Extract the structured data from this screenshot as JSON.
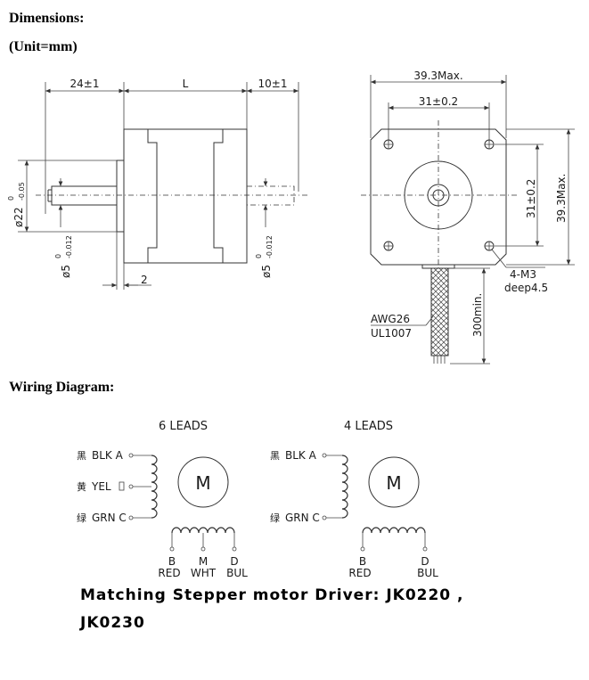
{
  "headings": {
    "dimensions": "Dimensions:",
    "unit": "(Unit=mm)",
    "wiring": "Wiring Diagram:"
  },
  "side_view": {
    "dim_left": "24±1",
    "dim_body": "L",
    "dim_right": "10±1",
    "dim_flange": "2",
    "dia_22": "ø22",
    "dia_22_tol": "0",
    "dia_22_tol2": "-0.05",
    "dia_5_left": "ø5",
    "dia_5_left_tol": "0",
    "dia_5_left_tol2": "-0.012",
    "dia_5_right": "ø5",
    "dia_5_right_tol": "0",
    "dia_5_right_tol2": "-0.012"
  },
  "front_view": {
    "width_max": "39.3Max.",
    "hole_pitch_h": "31±0.2",
    "hole_pitch_v": "31±0.2",
    "height_max": "39.3Max.",
    "screw": "4-M3",
    "depth": "deep4.5",
    "wire_gauge": "AWG26",
    "wire_std": "UL1007",
    "lead_length": "300min."
  },
  "wiring": {
    "six_leads": {
      "title": "6  LEADS",
      "motor_label": "M",
      "a_cn": "黑",
      "a_label": "BLK A",
      "c_cn": "黄",
      "c_label": "YEL",
      "e_cn": "绿",
      "e_label": "GRN C",
      "b_top": "B",
      "b_bottom": "RED",
      "m_top": "M",
      "m_bottom": "WHT",
      "d_top": "D",
      "d_bottom": "BUL"
    },
    "four_leads": {
      "title": "4  LEADS",
      "motor_label": "M",
      "a_cn": "黑",
      "a_label": "BLK A",
      "e_cn": "绿",
      "e_label": "GRN C",
      "b_top": "B",
      "b_bottom": "RED",
      "d_top": "D",
      "d_bottom": "BUL"
    }
  },
  "footer": {
    "line1": "Matching  Stepper  motor  Driver:  JK0220  ,",
    "line2": "JK0230"
  }
}
